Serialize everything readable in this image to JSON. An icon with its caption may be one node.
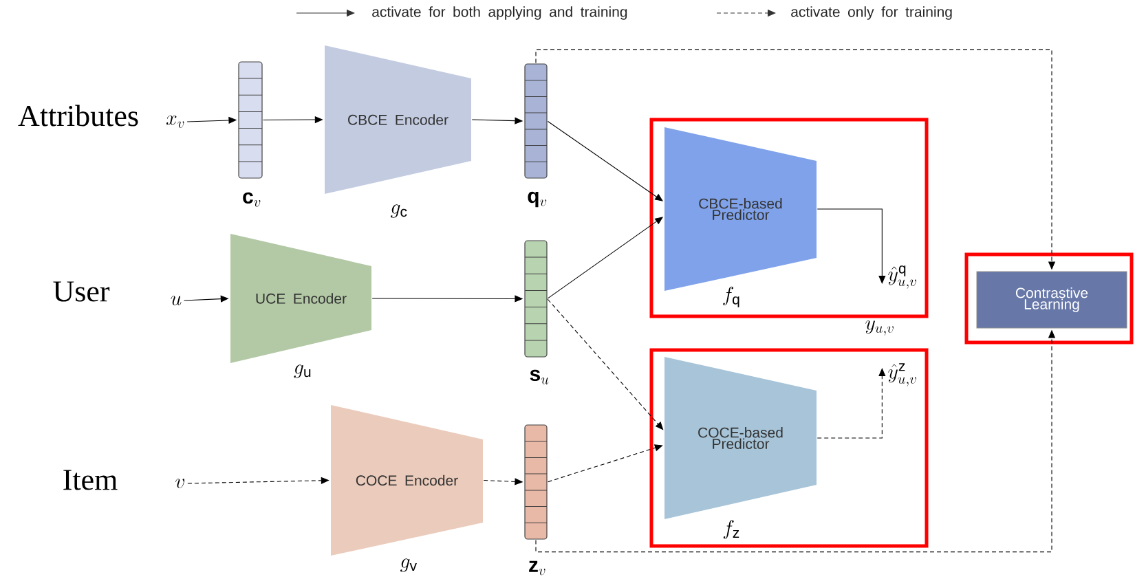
{
  "diagram": {
    "nodes": [
      {
        "text": [
          "x_{v}"
        ]
      },
      {
        "text": [
          "\\mathbf{c}_{v}"
        ]
      },
      {
        "text": [
          "CBCE Encoder",
          "g_{\\mathrm{c}}"
        ]
      },
      {
        "text": [
          "\\mathbf{q}_{v}"
        ]
      },
      {
        "text": [],
        "shape": "box"
      },
      {
        "text": [
          "CBCE-based Predictor",
          "f_{\\mathrm{q}}"
        ],
        "in": 4
      },
      {
        "text": [
          "\\hat{y}^{\\mathrm{q}}_{u,v}"
        ],
        "in": 4
      },
      {
        "text": [],
        "shape": "box"
      },
      {
        "text": [
          "Contrastive Learning"
        ],
        "in": 7
      },
      {
        "text": [
          "u"
        ]
      },
      {
        "text": [
          "UCE Encoder",
          "g_{\\mathrm{u}}"
        ]
      },
      {
        "text": [
          "\\mathbf{s}_{u}"
        ]
      },
      {
        "text": [],
        "shape": "box"
      },
      {
        "text": [
          "COCE-based Predictor",
          "f_{\\mathrm{z}}"
        ],
        "in": 12
      },
      {
        "text": [
          "\\hat{y}^{\\mathrm{z}}_{u,v}"
        ],
        "in": 12
      },
      {
        "text": [
          "v"
        ]
      },
      {
        "text": [
          "COCE Encoder",
          "g_{\\mathrm{v}}"
        ]
      },
      {
        "text": [
          "\\mathbf{z}_{v}"
        ]
      }
    ],
    "edges": [
      {
        "from": 0,
        "to": 1,
        "arrow": "to"
      },
      {
        "from": 1,
        "to": 2,
        "arrow": "to"
      },
      {
        "from": 2,
        "to": 3,
        "arrow": "to"
      },
      {
        "from": 3,
        "to": 5,
        "arrow": "to"
      },
      {
        "from": 3,
        "to": 8,
        "arrow": "to",
        "style": "dashed"
      },
      {
        "from": 5,
        "to": 6,
        "arrow": "to"
      },
      {
        "from": 9,
        "to": 10,
        "arrow": "to"
      },
      {
        "from": 10,
        "to": 11,
        "arrow": "to"
      },
      {
        "from": 11,
        "to": 5,
        "arrow": "to"
      },
      {
        "from": 11,
        "to": 13,
        "arrow": "to",
        "style": "dashed"
      },
      {
        "from": 13,
        "to": 14,
        "arrow": "to",
        "style": "dashed"
      },
      {
        "from": 15,
        "to": 16,
        "arrow": "to",
        "style": "dashed"
      },
      {
        "from": 16,
        "to": 17,
        "arrow": "to",
        "style": "dashed"
      },
      {
        "from": 17,
        "to": 13,
        "arrow": "to",
        "style": "dashed"
      },
      {
        "from": 17,
        "to": 8,
        "arrow": "to",
        "style": "dashed"
      }
    ],
    "labels": [
      "Attributes",
      "User",
      "Item",
      "y_{u,v}"
    ],
    "legend": [
      {
        "text": "activate for both applying and training"
      },
      {
        "text": "activate only for training"
      }
    ]
  }
}
